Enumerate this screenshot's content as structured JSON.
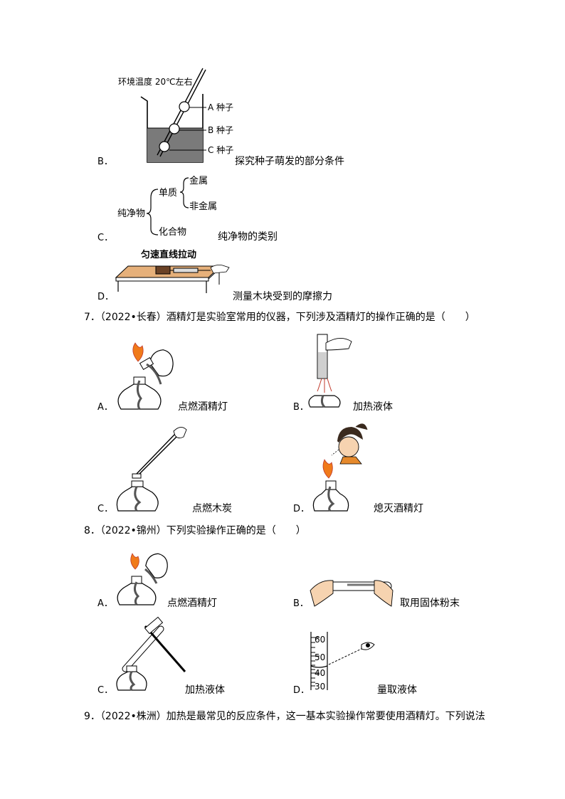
{
  "q6_options": {
    "B": {
      "letter": "B．",
      "caption": "探究种子萌发的部分条件",
      "figure_title": "环境温度 20℃左右",
      "labels": [
        "A 种子",
        "B 种子",
        "C 种子"
      ]
    },
    "C": {
      "letter": "C．",
      "caption": "纯净物的类别",
      "root": "纯净物",
      "branch1": "单质",
      "branch2": "化合物",
      "leaf1": "金属",
      "leaf2": "非金属"
    },
    "D": {
      "letter": "D．",
      "caption": "测量木块受到的摩擦力",
      "figure_title": "匀速直线拉动"
    }
  },
  "q7": {
    "stem": "7．（2022•长春）酒精灯是实验室常用的仪器，下列涉及酒精灯的操作正确的是（　　）",
    "options": [
      {
        "letter": "A．",
        "caption": "点燃酒精灯"
      },
      {
        "letter": "B．",
        "caption": "加热液体"
      },
      {
        "letter": "C．",
        "caption": "点燃木炭"
      },
      {
        "letter": "D．",
        "caption": "熄灭酒精灯"
      }
    ]
  },
  "q8": {
    "stem": "8．（2022•锦州）下列实验操作正确的是（　　）",
    "options": [
      {
        "letter": "A．",
        "caption": "点燃酒精灯"
      },
      {
        "letter": "B．",
        "caption": "取用固体粉末"
      },
      {
        "letter": "C．",
        "caption": "加热液体"
      },
      {
        "letter": "D．",
        "caption": "量取液体"
      }
    ],
    "cylinder_ticks": [
      "60",
      "50",
      "40",
      "30"
    ]
  },
  "q9": {
    "stem": "9．（2022•株洲）加热是最常见的反应条件，这一基本实验操作常要使用酒精灯。下列说法"
  }
}
